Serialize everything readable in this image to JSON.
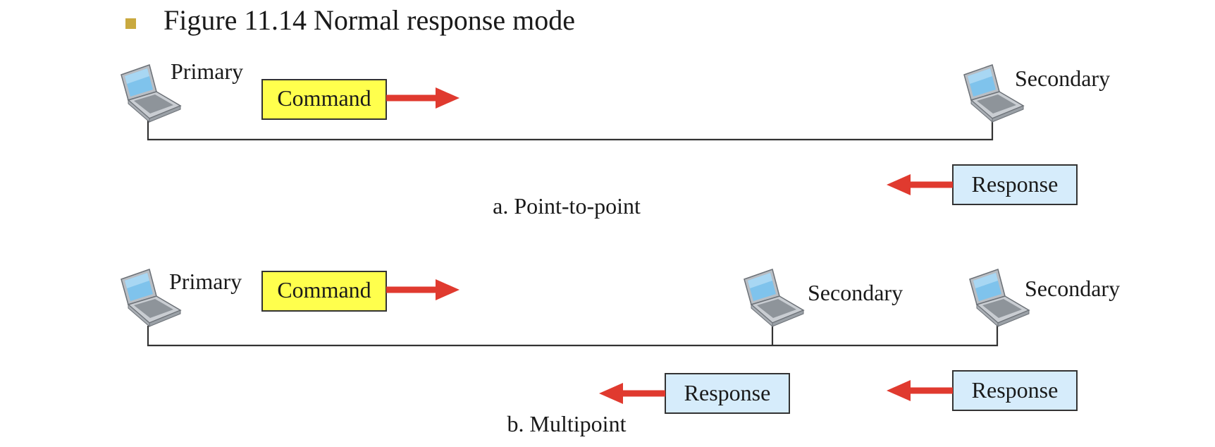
{
  "title": "Figure 11.14  Normal response mode",
  "colors": {
    "bullet": "#c9a93f",
    "command_fill": "#ffff4d",
    "response_fill": "#d6ecfb",
    "arrow": "#e03a2f",
    "line": "#333333"
  },
  "point_to_point": {
    "caption": "a. Point-to-point",
    "primary_label": "Primary",
    "secondary_label": "Secondary",
    "command_label": "Command",
    "response_label": "Response"
  },
  "multipoint": {
    "caption": "b. Multipoint",
    "primary_label": "Primary",
    "secondary_1_label": "Secondary",
    "secondary_2_label": "Secondary",
    "command_label": "Command",
    "response_1_label": "Response",
    "response_2_label": "Response"
  }
}
